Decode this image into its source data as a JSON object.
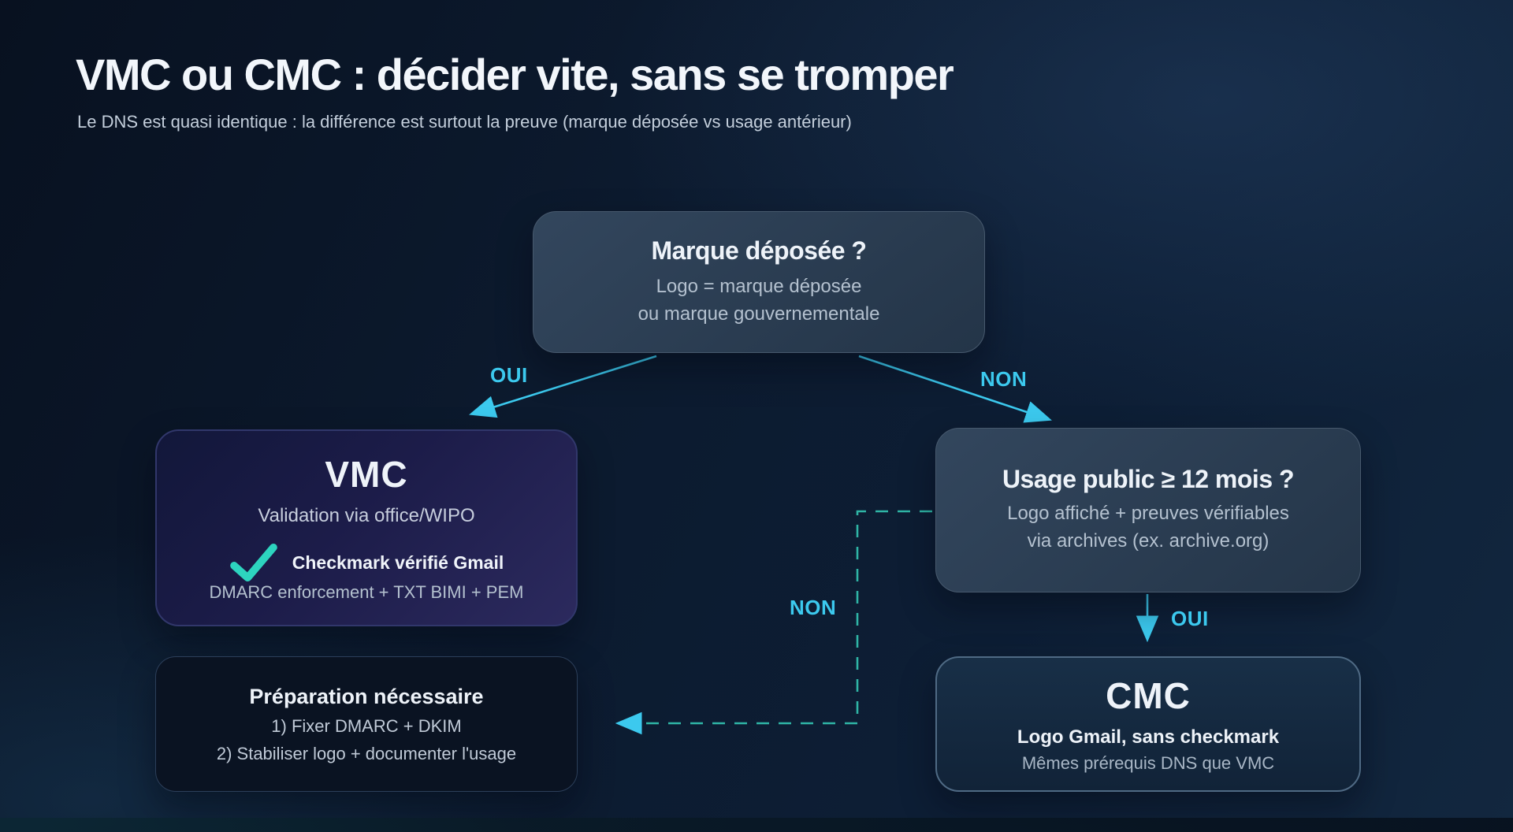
{
  "page": {
    "title": "VMC ou CMC : décider vite, sans se tromper",
    "subtitle": "Le DNS est quasi identique : la différence est surtout la preuve (marque déposée vs usage antérieur)"
  },
  "colors": {
    "accent_cyan": "#3cc9ee",
    "accent_teal": "#2fb5a6",
    "check_teal": "#2dd4bf",
    "background": "#0c1a2e"
  },
  "flowchart": {
    "decision_marque": {
      "title": "Marque déposée ?",
      "line1": "Logo = marque déposée",
      "line2": "ou marque gouvernementale"
    },
    "vmc": {
      "title": "VMC",
      "subtitle": "Validation via office/WIPO",
      "check_icon": "checkmark-icon",
      "check_label": "Checkmark vérifié Gmail",
      "dns_line": "DMARC enforcement + TXT BIMI + PEM"
    },
    "prep": {
      "title": "Préparation nécessaire",
      "step1": "1) Fixer DMARC + DKIM",
      "step2": "2) Stabiliser logo + documenter l'usage"
    },
    "decision_usage": {
      "title": "Usage public ≥ 12 mois ?",
      "line1": "Logo affiché + preuves vérifiables",
      "line2": "via archives (ex. archive.org)"
    },
    "cmc": {
      "title": "CMC",
      "line1": "Logo Gmail, sans checkmark",
      "line2": "Mêmes prérequis DNS que VMC"
    },
    "labels": {
      "oui_left": "OUI",
      "non_right": "NON",
      "non_dashed": "NON",
      "oui_down": "OUI"
    }
  }
}
